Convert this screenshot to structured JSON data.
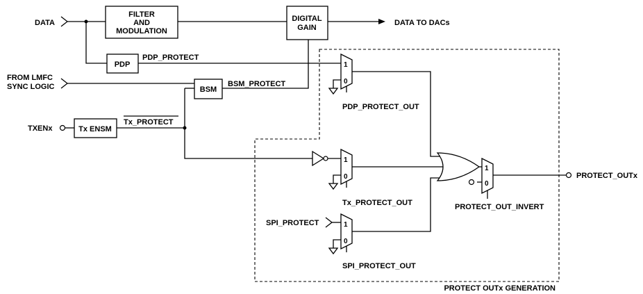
{
  "inputs": {
    "data": "DATA",
    "from_lmfc_line1": "FROM LMFC",
    "from_lmfc_line2": "SYNC LOGIC",
    "txen": "TXENx",
    "spi_protect": "SPI_PROTECT"
  },
  "blocks": {
    "filter_line1": "FILTER",
    "filter_line2": "AND",
    "filter_line3": "MODULATION",
    "digital_gain_line1": "DIGITAL",
    "digital_gain_line2": "GAIN",
    "pdp": "PDP",
    "bsm": "BSM",
    "tx_ensm": "Tx ENSM"
  },
  "signals": {
    "data_to_dacs": "DATA TO DACs",
    "pdp_protect": "PDP_PROTECT",
    "bsm_protect": "BSM_PROTECT",
    "tx_protect": "Tx_PROTECT"
  },
  "mux_labels": {
    "pdp_protect_out": "PDP_PROTECT_OUT",
    "tx_protect_out": "Tx_PROTECT_OUT",
    "spi_protect_out": "SPI_PROTECT_OUT",
    "protect_out_invert": "PROTECT_OUT_INVERT",
    "one": "1",
    "zero": "0"
  },
  "outputs": {
    "protect_outx": "PROTECT_OUTx"
  },
  "region": {
    "title": "PROTECT OUTx GENERATION"
  }
}
